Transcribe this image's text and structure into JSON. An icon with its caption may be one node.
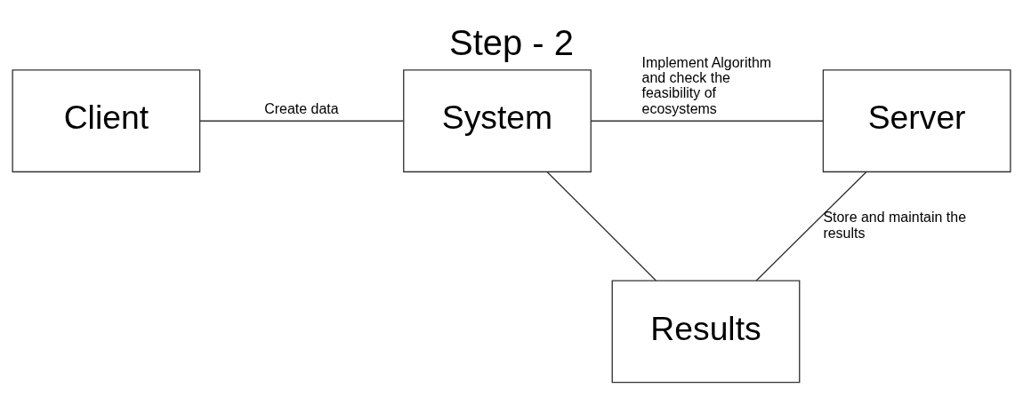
{
  "diagram": {
    "title": "Step - 2",
    "nodes": [
      {
        "text": [
          "Client"
        ]
      },
      {
        "text": [
          "System"
        ]
      },
      {
        "text": [
          "Server"
        ]
      },
      {
        "text": [
          "Results"
        ]
      }
    ],
    "edges": [
      {
        "from": 0,
        "to": 1,
        "arrow": "none",
        "label": "Create data"
      },
      {
        "from": 1,
        "to": 2,
        "arrow": "none",
        "label": "Implement Algorithm and check the feasibility of ecosystems"
      },
      {
        "from": 1,
        "to": 3,
        "arrow": "none"
      },
      {
        "from": 2,
        "to": 3,
        "arrow": "none",
        "label": "Store and maintain the results"
      }
    ]
  }
}
